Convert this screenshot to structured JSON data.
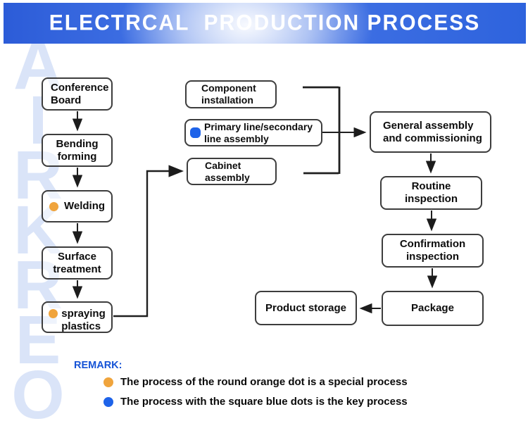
{
  "header": {
    "title": "ELECTRCAL  PRODUCTION PROCESS"
  },
  "watermark": {
    "text": "AIRKREO",
    "stacked": "A\nI\nR\nK\nR\nE\nO"
  },
  "colors": {
    "watermark-blue": "#dae4f8",
    "orange-dot": "#f0a43c",
    "blue-marker": "#1e63e9",
    "remark-blue": "#1553d6",
    "header-blue": "#2e63dd",
    "line-color": "#1f1f1f"
  },
  "flowchart": {
    "boxes": [
      {
        "id": "conference-board",
        "text": "Conference\nBoard"
      },
      {
        "id": "bending-forming",
        "text": "Bending\nforming"
      },
      {
        "id": "welding",
        "text": "Welding",
        "marker": "orange-dot"
      },
      {
        "id": "surface-treatment",
        "text": "Surface\ntreatment"
      },
      {
        "id": "spraying-plastics",
        "text": "spraying\nplastics",
        "marker": "orange-dot"
      },
      {
        "id": "component-installation",
        "text": "Component\ninstallation"
      },
      {
        "id": "primary-line",
        "text": "Primary line/secondary\nline assembly",
        "marker": "blue-square"
      },
      {
        "id": "cabinet-assembly",
        "text": "Cabinet\nassembly"
      },
      {
        "id": "general-assembly",
        "text": "General assembly\nand commissioning"
      },
      {
        "id": "routine-inspection",
        "text": "Routine\ninspection"
      },
      {
        "id": "confirmation-inspection",
        "text": "Confirmation\ninspection"
      },
      {
        "id": "package",
        "text": "Package"
      },
      {
        "id": "product-storage",
        "text": "Product storage"
      }
    ]
  },
  "remark": {
    "label": "REMARK:",
    "items": [
      {
        "marker": "orange-circle",
        "text": "The process of the round orange dot is a special process"
      },
      {
        "marker": "blue-circle",
        "text": "The process with the square blue dots is the key process"
      }
    ]
  }
}
